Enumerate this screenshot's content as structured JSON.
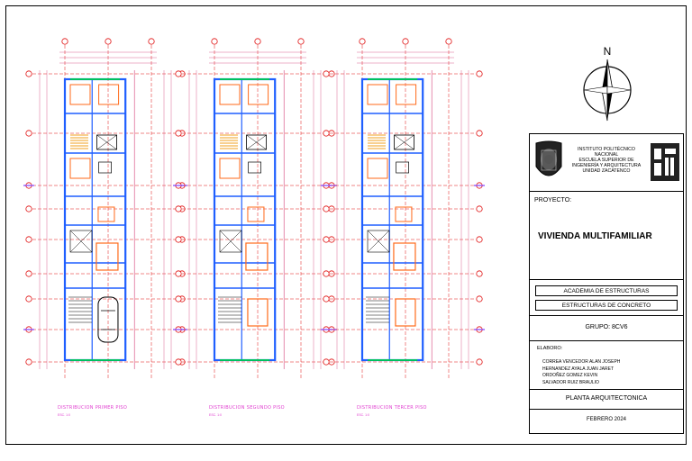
{
  "north_label": "N",
  "plans": [
    {
      "caption": "DISTRIBUCION PRIMER PISO",
      "scale": "ESC. 1:0"
    },
    {
      "caption": "DISTRIBUCION SEGUNDO PISO",
      "scale": "ESC. 1:0"
    },
    {
      "caption": "DISTRIBUCION TERCER PISO",
      "scale": "ESC. 1:0"
    }
  ],
  "title_block": {
    "institution": [
      "INSTITUTO POLITÉCNICO",
      "NACIONAL",
      "ESCUELA SUPERIOR DE",
      "INGENIERÍA Y ARQUITECTURA",
      "UNIDAD ZACATENCO"
    ],
    "project_label": "PROYECTO:",
    "project_name": "VIVIENDA MULTIFAMILIAR",
    "academy": "ACADEMIA DE ESTRUCTURAS",
    "subject": "ESTRUCTURAS DE CONCRETO",
    "group": "GRUPO:  8CV6",
    "prepared_label": "ELABORO:",
    "authors": [
      "CORREA VENCEDOR ALAN JOSEPH",
      "HERNANDEZ AYALA JUAN JARET",
      "ORDOÑEZ GOMEZ KEVIN",
      "SALVADOR RUIZ BRAULIO"
    ],
    "sheet_title": "PLANTA ARQUITECTONICA",
    "date": "FEBRERO 2024"
  },
  "colors": {
    "walls": "#1f5fff",
    "axes": "#e01010",
    "furniture": "#ff6a1a",
    "dims": "#d4407a",
    "captions": "#e040d0",
    "stairs": "#f0a020",
    "glass": "#00c060"
  }
}
